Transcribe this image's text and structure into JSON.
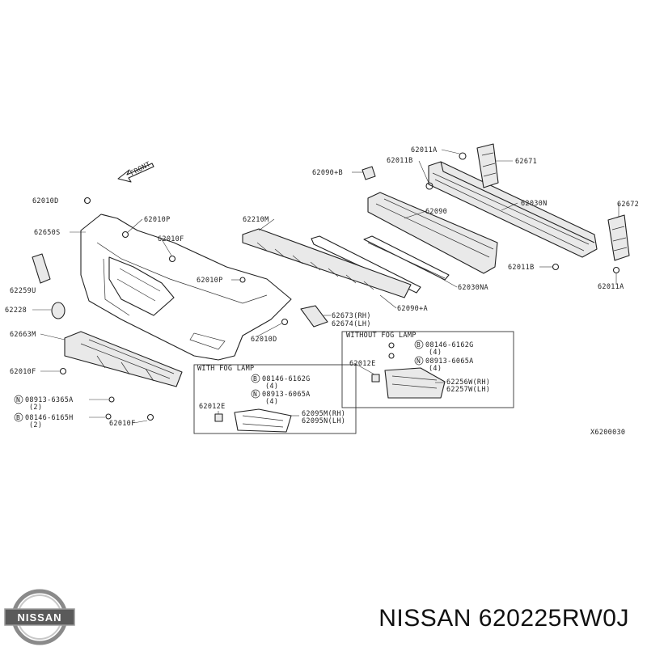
{
  "diagram": {
    "front_label": "FRONT",
    "ref_code": "X6200030",
    "labels": {
      "l62011A_top": "62011A",
      "l62011B_top": "62011B",
      "l62671": "62671",
      "l62090B": "62090+B",
      "l62030N": "62030N",
      "l62672": "62672",
      "l62010D_left": "62010D",
      "l62210M": "62210M",
      "l62090": "62090",
      "l62650S": "62650S",
      "l62010P_a": "62010P",
      "l62010F_a": "62010F",
      "l62259U": "62259U",
      "l62011B_right": "62011B",
      "l62011A_right": "62011A",
      "l62010P_b": "62010P",
      "l62030NA": "62030NA",
      "l62228": "62228",
      "l62090A": "62090+A",
      "l62673": "62673(RH)",
      "l62674": "62674(LH)",
      "l62663M": "62663M",
      "l62010D_b": "62010D",
      "l62012E_a": "62012E",
      "l62010F_b": "62010F",
      "l62256W": "62256W(RH)",
      "l62257W": "62257W(LH)",
      "l62012E_b": "62012E",
      "l62095M": "62095M(RH)",
      "l62095N": "62095N(LH)",
      "l62010F_c": "62010F",
      "b08913_6365A": "08913-6365A",
      "b08913_6365A_qty": "(2)",
      "b08146_6165H": "08146-6165H",
      "b08146_6165H_qty": "(2)"
    },
    "without_fog": {
      "title": "WITHOUT FOG LAMP",
      "bolt1": "08146-6162G",
      "bolt1_qty": "(4)",
      "bolt2": "08913-6065A",
      "bolt2_qty": "(4)"
    },
    "with_fog": {
      "title": "WITH FOG LAMP",
      "bolt1": "08146-6162G",
      "bolt1_qty": "(4)",
      "bolt2": "08913-6065A",
      "bolt2_qty": "(4)"
    },
    "symbols": {
      "b": "B",
      "n": "N"
    }
  },
  "footer": {
    "logo_text": "NISSAN",
    "caption": "NISSAN 620225RW0J"
  }
}
